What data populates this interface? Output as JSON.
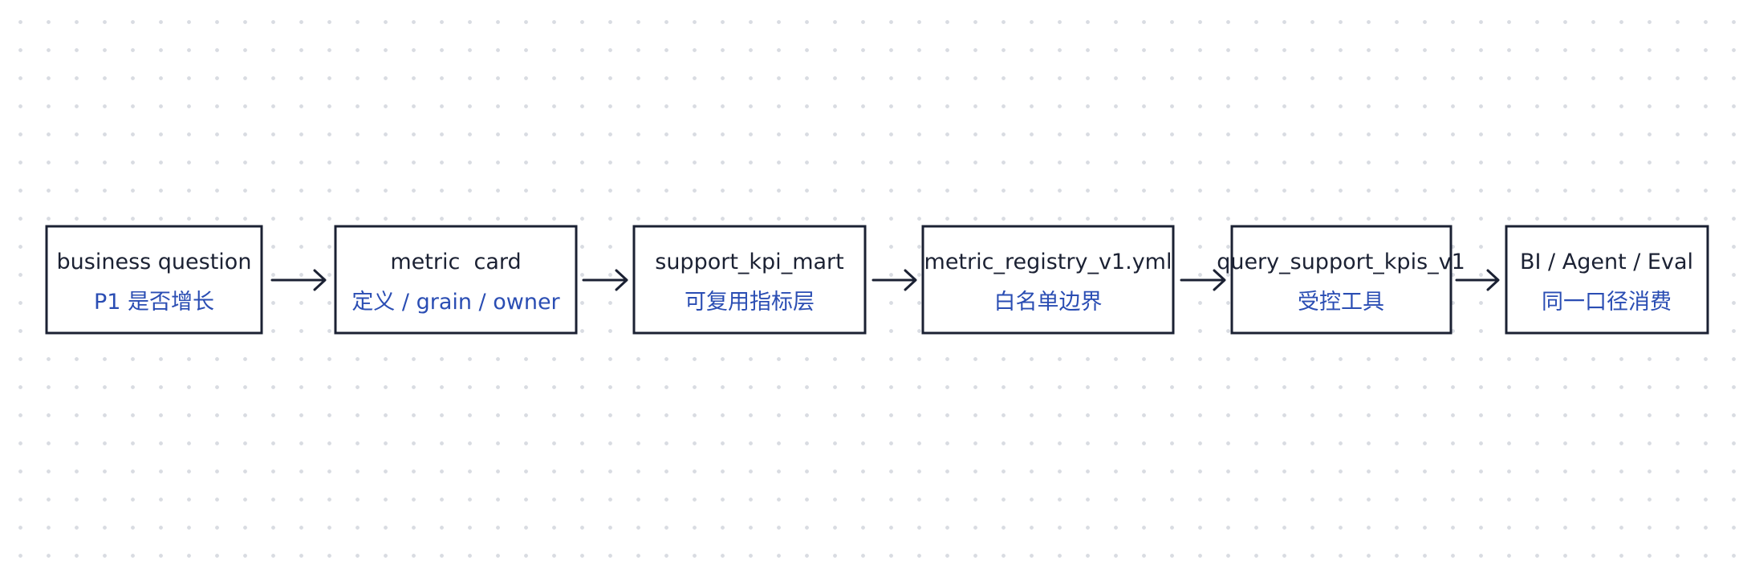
{
  "diagram": {
    "colors": {
      "stroke": "#1b2133",
      "title_text": "#1b2133",
      "subtitle_text": "#2a4db3",
      "dot_grid": "#d9dce2",
      "background": "#ffffff"
    },
    "nodes": [
      {
        "id": "business-question",
        "title": "business question",
        "subtitle": "P1 是否增长"
      },
      {
        "id": "metric-card",
        "title": "metric  card",
        "subtitle": "定义 / grain / owner"
      },
      {
        "id": "support-kpi-mart",
        "title": "support_kpi_mart",
        "subtitle": "可复用指标层"
      },
      {
        "id": "metric-registry",
        "title": "metric_registry_v1.yml",
        "subtitle": "白名单边界"
      },
      {
        "id": "query-support-kpis",
        "title": "query_support_kpis_v1",
        "subtitle": "受控工具"
      },
      {
        "id": "bi-agent-eval",
        "title": "BI / Agent / Eval",
        "subtitle": "同一口径消费"
      }
    ],
    "edges": [
      {
        "from": "business-question",
        "to": "metric-card"
      },
      {
        "from": "metric-card",
        "to": "support-kpi-mart"
      },
      {
        "from": "support-kpi-mart",
        "to": "metric-registry"
      },
      {
        "from": "metric-registry",
        "to": "query-support-kpis"
      },
      {
        "from": "query-support-kpis",
        "to": "bi-agent-eval"
      }
    ]
  }
}
